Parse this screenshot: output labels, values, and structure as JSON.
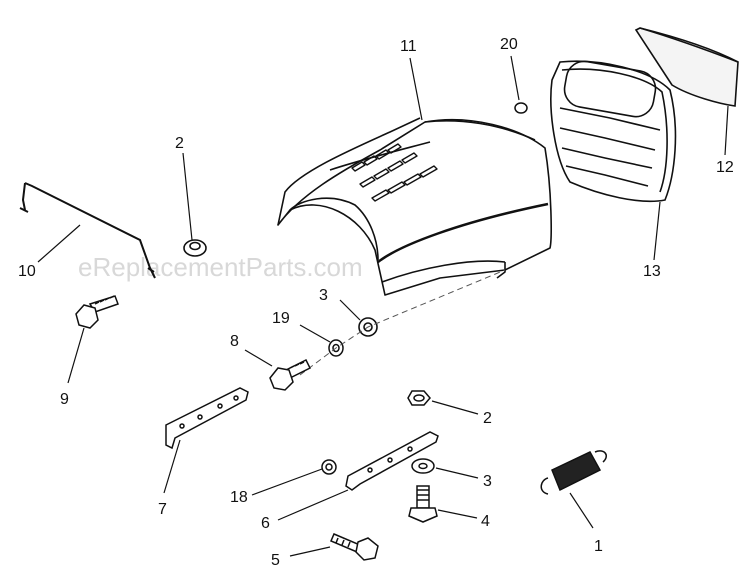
{
  "watermark": "eReplacementParts.com",
  "callouts": {
    "c1": "1",
    "c2a": "2",
    "c2b": "2",
    "c3a": "3",
    "c3b": "3",
    "c4": "4",
    "c5": "5",
    "c6": "6",
    "c7": "7",
    "c8": "8",
    "c9": "9",
    "c10": "10",
    "c11": "11",
    "c12": "12",
    "c13": "13",
    "c18": "18",
    "c19": "19",
    "c20": "20"
  }
}
